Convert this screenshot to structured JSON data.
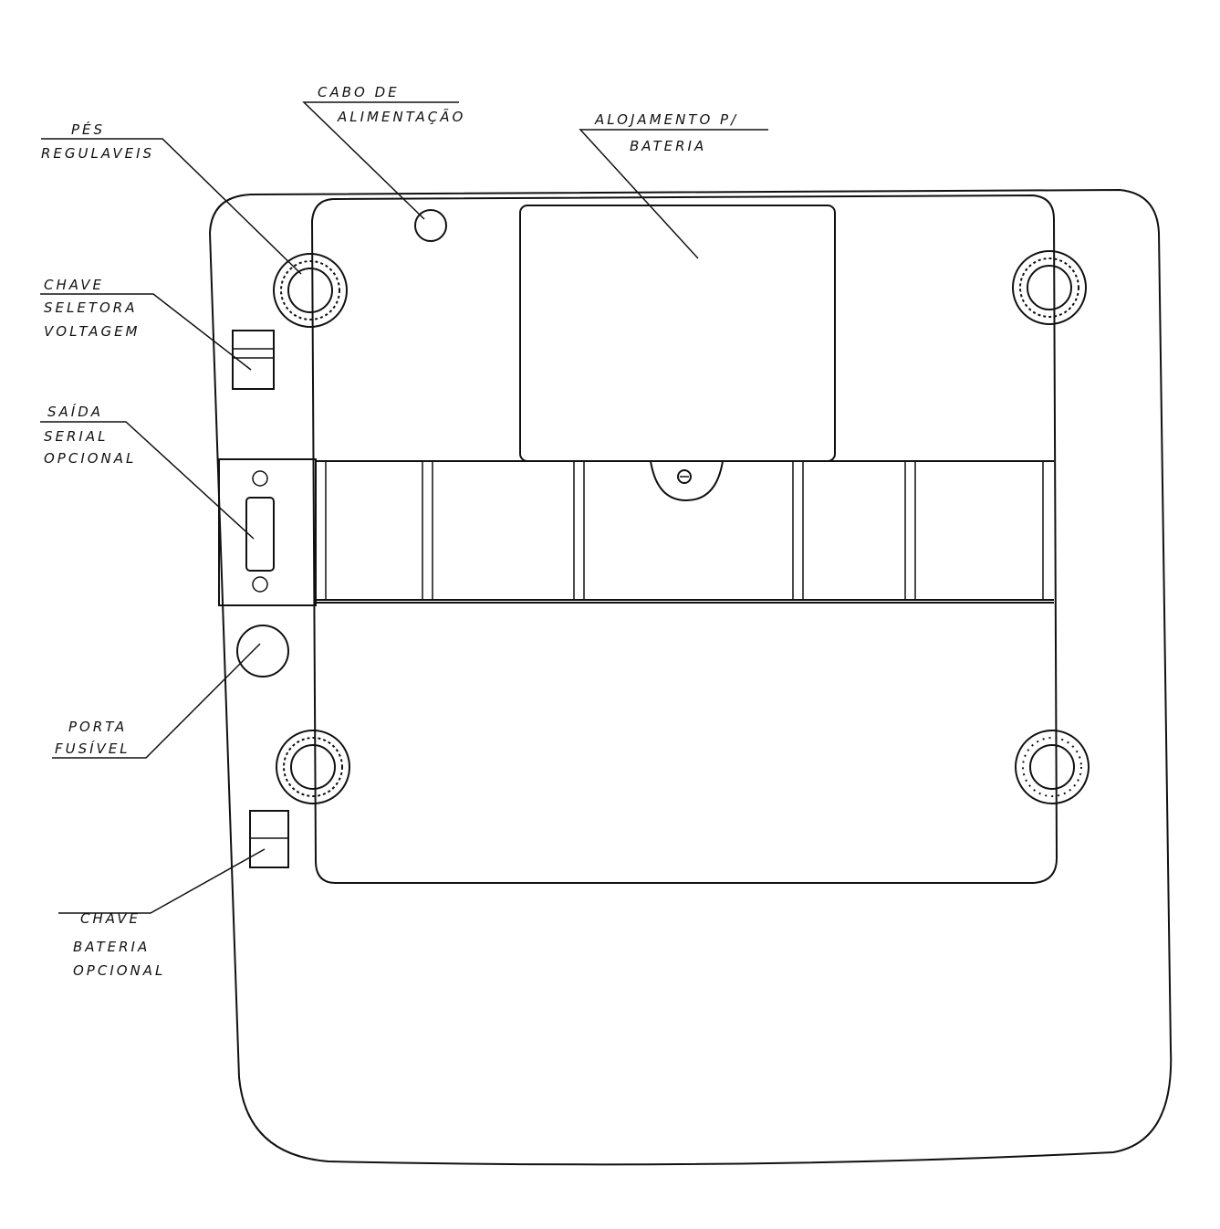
{
  "labels": {
    "pes": [
      "PÉS",
      "REGULAVEIS"
    ],
    "cabo": [
      "CABO  DE",
      "ALIMENTAÇÃO"
    ],
    "alojamento": [
      "ALOJAMENTO P/",
      "BATERIA"
    ],
    "chave_voltagem": [
      "CHAVE",
      "SELETORA",
      "VOLTAGEM"
    ],
    "saida": [
      "SAÍDA",
      "SERIAL",
      "OPCIONAL"
    ],
    "porta": [
      "PORTA",
      "FUSÍVEL"
    ],
    "chave_bateria": [
      "CHAVE",
      "BATERIA",
      "OPCIONAL"
    ]
  },
  "colors": {
    "ink": "#111111",
    "paper": "#ffffff"
  }
}
